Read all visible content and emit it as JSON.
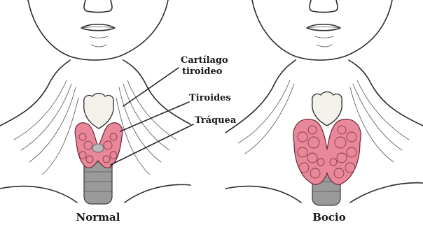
{
  "panels": {
    "left": {
      "caption": "Normal"
    },
    "right": {
      "caption": "Bocio"
    }
  },
  "labels": {
    "cartilage_line1": "Cartílago",
    "cartilage_line2": "tiroideo",
    "thyroid": "Tiroides",
    "trachea": "Tráquea"
  },
  "colors": {
    "gland": "#e8889a",
    "gland_dark": "#c95e74",
    "cartilage": "#f4f1ea",
    "trachea": "#9a9a9a",
    "ink": "#2b2b2b"
  }
}
